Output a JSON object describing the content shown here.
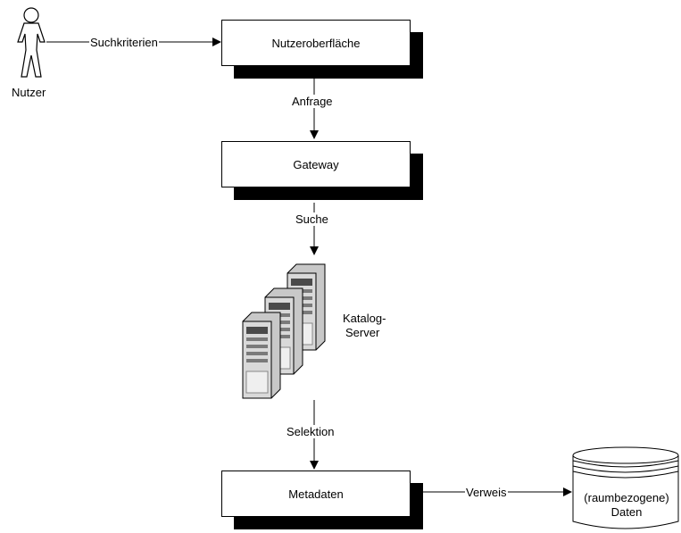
{
  "actor": {
    "label": "Nutzer"
  },
  "boxes": {
    "ui": "Nutzeroberfläche",
    "gateway": "Gateway",
    "metadata": "Metadaten"
  },
  "arrows": {
    "search_criteria": "Suchkriterien",
    "request": "Anfrage",
    "search": "Suche",
    "selection": "Selektion",
    "reference": "Verweis"
  },
  "server": {
    "line1": "Katalog-",
    "line2": "Server"
  },
  "database": {
    "line1": "(raumbezogene)",
    "line2": "Daten"
  }
}
